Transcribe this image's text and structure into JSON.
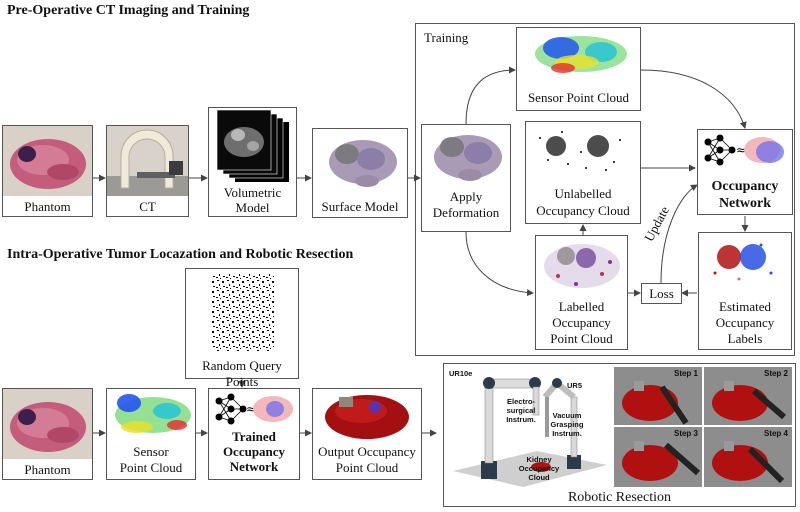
{
  "sections": {
    "preop_title": "Pre-Operative CT Imaging and Training",
    "intraop_title": "Intra-Operative Tumor Locazation and Robotic Resection",
    "training_title": "Training"
  },
  "preop": {
    "phantom": "Phantom",
    "ct": "CT",
    "volumetric_line1": "Volumetric",
    "volumetric_line2": "Model",
    "surface_model": "Surface Model"
  },
  "training": {
    "apply_line1": "Apply",
    "apply_line2": "Deformation",
    "sensor_point_cloud": "Sensor Point Cloud",
    "unlabelled_line1": "Unlabelled",
    "unlabelled_line2": "Occupancy Cloud",
    "occupancy_line1": "Occupancy",
    "occupancy_line2": "Network",
    "labelled_line1": "Labelled",
    "labelled_line2": "Occupancy",
    "labelled_line3": "Point Cloud",
    "loss": "Loss",
    "update": "Update",
    "estimated_line1": "Estimated",
    "estimated_line2": "Occupancy",
    "estimated_line3": "Labels"
  },
  "intraop": {
    "phantom": "Phantom",
    "random_query": "Random Query Points",
    "sensor_line1": "Sensor",
    "sensor_line2": "Point Cloud",
    "trained_line1": "Trained",
    "trained_line2": "Occupancy",
    "trained_line3": "Network",
    "output_line1": "Output Occupancy",
    "output_line2": "Point Cloud",
    "robotic_resection": "Robotic Resection"
  },
  "robot_image": {
    "ur10e": "UR10e",
    "ur5": "UR5",
    "electro_line1": "Electro-",
    "electro_line2": "surgical",
    "electro_line3": "Instrum.",
    "vacuum_line1": "Vacuum",
    "vacuum_line2": "Grasping",
    "vacuum_line3": "Instrum.",
    "kidney_line1": "Kidney",
    "kidney_line2": "Occupancy",
    "kidney_line3": "Cloud",
    "step1": "Step 1",
    "step2": "Step 2",
    "step3": "Step 3",
    "step4": "Step 4"
  },
  "colors": {
    "tumor_red": "#b01010",
    "tumor_blue": "#2a4fe0",
    "tissue_pink": "#c9708a",
    "surface_gray": "#a79bb3"
  }
}
